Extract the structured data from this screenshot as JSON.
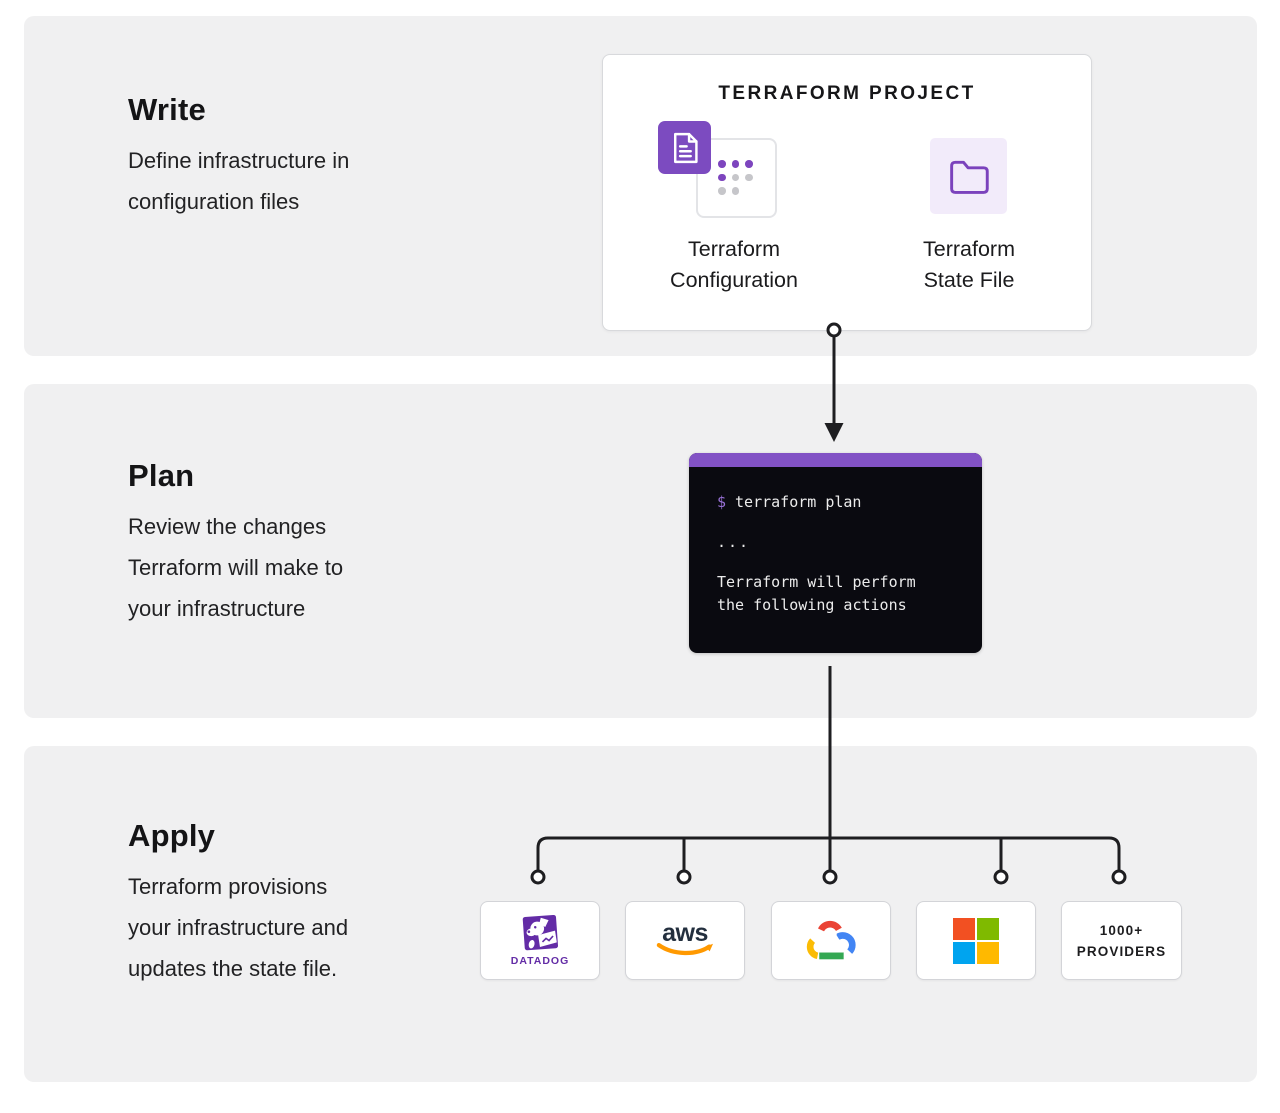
{
  "write": {
    "title": "Write",
    "line1": "Define infrastructure in",
    "line2": "configuration files"
  },
  "plan": {
    "title": "Plan",
    "line1": "Review the changes",
    "line2": "Terraform will make to",
    "line3": "your infrastructure"
  },
  "apply": {
    "title": "Apply",
    "line1": "Terraform provisions",
    "line2": "your infrastructure and",
    "line3": "updates the state file."
  },
  "project": {
    "title": "TERRAFORM PROJECT",
    "config_line1": "Terraform",
    "config_line2": "Configuration",
    "state_line1": "Terraform",
    "state_line2": "State File"
  },
  "terminal": {
    "prompt": "$",
    "command": "terraform plan",
    "ellipsis": "...",
    "out1": "Terraform will perform",
    "out2": "the following actions"
  },
  "providers": {
    "datadog": "DATADOG",
    "aws": "aws",
    "count1": "1000+",
    "count2": "PROVIDERS"
  },
  "icons": {
    "config": "document-and-dots-grid-icon",
    "state": "folder-icon",
    "logos": [
      "datadog-logo",
      "aws-logo",
      "google-cloud-logo",
      "microsoft-logo"
    ]
  },
  "colors": {
    "section_bg": "#F0F0F1",
    "text": "#1B1B1D",
    "terraform_purple": "#7B42BC",
    "doc_tile_purple": "#7C4BC0",
    "state_tile_lavender": "#F2EBFA",
    "terminal_header": "#8252C5",
    "terminal_bg": "#0A0A10",
    "terminal_text": "#ECECEC",
    "terminal_prompt": "#9770D4",
    "datadog_purple": "#632CA6",
    "aws_dark": "#232F3E",
    "aws_orange": "#FF9900",
    "ms_red": "#F25022",
    "ms_green": "#7FBA00",
    "ms_blue": "#00A4EF",
    "ms_yellow": "#FFB900",
    "google_red": "#EA4335",
    "google_blue": "#4285F4",
    "google_yellow": "#FBBC05",
    "google_green": "#34A853",
    "connector": "#1E1E21"
  }
}
